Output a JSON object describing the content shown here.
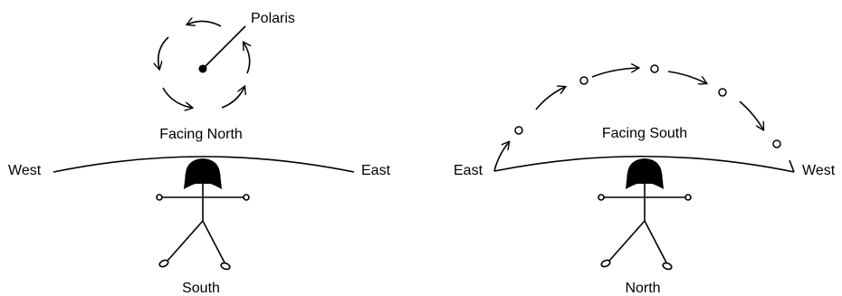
{
  "left_panel": {
    "star_label": "Polaris",
    "facing_label": "Facing North",
    "horizon_left_label": "West",
    "horizon_right_label": "East",
    "behind_label": "South"
  },
  "right_panel": {
    "facing_label": "Facing South",
    "horizon_left_label": "East",
    "horizon_right_label": "West",
    "behind_label": "North"
  },
  "colors": {
    "ink": "#000000",
    "background": "#ffffff"
  }
}
